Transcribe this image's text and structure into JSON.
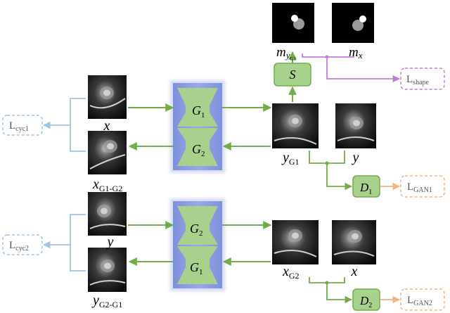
{
  "colors": {
    "green_box_fill": "#a9d18e",
    "green_box_stroke": "#70ad47",
    "green_arrow": "#70ad47",
    "generator_block": "#8f9fe0",
    "generator_block_light": "#b8c3ef",
    "loss_cyc_stroke": "#9dc3e6",
    "loss_shape_stroke": "#c17ddc",
    "loss_gan_stroke": "#f4b183",
    "mask_fill": "#000000",
    "mask_blob": "#9a9a9a"
  },
  "labels": {
    "x_top": "x",
    "x_recon_top_main": "x",
    "x_recon_top_sub": "G1-G2",
    "y_g1_main": "y",
    "y_g1_sub": "G1",
    "y_top": "y",
    "m_y_main": "m",
    "m_y_sub": "y",
    "m_y_subsub": "G1",
    "m_x_main": "m",
    "m_x_sub": "x",
    "y_bottom": "y",
    "y_recon_bottom_main": "y",
    "y_recon_bottom_sub": "G2-G1",
    "x_g2_main": "x",
    "x_g2_sub": "G2",
    "x_bottom": "x"
  },
  "generators": {
    "top": {
      "upper_main": "G",
      "upper_sub": "1",
      "lower_main": "G",
      "lower_sub": "2"
    },
    "bottom": {
      "upper_main": "G",
      "upper_sub": "2",
      "lower_main": "G",
      "lower_sub": "1"
    }
  },
  "segmenter": {
    "label": "S"
  },
  "discriminators": {
    "d1": {
      "main": "D",
      "sub": "1"
    },
    "d2": {
      "main": "D",
      "sub": "2"
    }
  },
  "losses": {
    "cyc1": {
      "main": "L",
      "sub": "cyc1"
    },
    "cyc2": {
      "main": "L",
      "sub": "cyc2"
    },
    "shape": {
      "main": "L",
      "sub": "shape"
    },
    "gan1": {
      "main": "L",
      "sub": "GAN1"
    },
    "gan2": {
      "main": "L",
      "sub": "GAN2"
    }
  }
}
